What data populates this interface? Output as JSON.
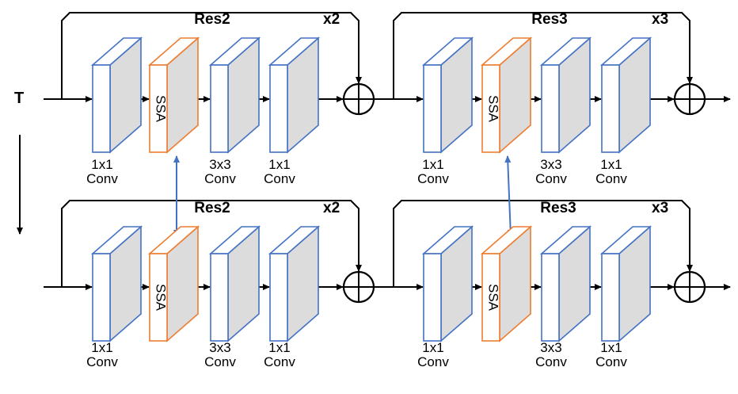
{
  "time_label": "T",
  "rows": [
    {
      "blocks": [
        {
          "name": "Res2",
          "repeat": "x2",
          "layers": [
            "1x1\nConv",
            "SSA",
            "3x3\nConv",
            "1x1\nConv"
          ]
        },
        {
          "name": "Res3",
          "repeat": "x3",
          "layers": [
            "1x1\nConv",
            "SSA",
            "3x3\nConv",
            "1x1\nConv"
          ]
        }
      ]
    },
    {
      "blocks": [
        {
          "name": "Res2",
          "repeat": "x2",
          "layers": [
            "1x1\nConv",
            "SSA",
            "3x3\nConv",
            "1x1\nConv"
          ]
        },
        {
          "name": "Res3",
          "repeat": "x3",
          "layers": [
            "1x1\nConv",
            "SSA",
            "3x3\nConv",
            "1x1\nConv"
          ]
        }
      ]
    }
  ],
  "colors": {
    "conv_edge": "#4472C4",
    "ssa_edge": "#ED7D31",
    "side_fill": "#DCDCDC",
    "link": "#4472C4",
    "line": "#000000"
  }
}
